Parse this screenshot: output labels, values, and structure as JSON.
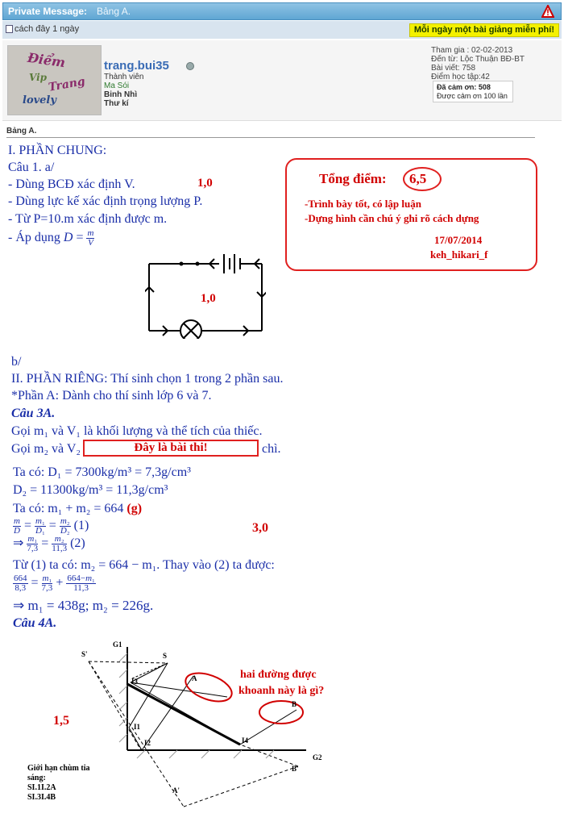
{
  "window": {
    "title": "Private Message:",
    "subject": "Bảng A."
  },
  "subbar": {
    "time": "cách đây 1 ngày",
    "promo": "Mỗi ngày một bài giảng miễn phí!"
  },
  "profile": {
    "avatar_text": [
      "Điểm",
      "Vip",
      "Trang",
      "lovely"
    ],
    "username": "trang.bui35",
    "role": "Thành viên",
    "rank": "Ma Sói",
    "level": "Binh Nhì",
    "title": "Thư kí",
    "stats": [
      "Tham gia : 02-02-2013",
      "Đến từ: Lộc Thuận BĐ-BT",
      "Bài viết: 758",
      "Điểm học tập:42"
    ],
    "thanks": [
      "Đã cảm ơn: 508",
      "Được cảm ơn 100 lần"
    ]
  },
  "post": {
    "subject": "Bảng A.",
    "part1": "I. PHẦN CHUNG:",
    "q1": "Câu 1. a/",
    "lines": [
      "- Dùng BCĐ xác định V.",
      "- Dùng lực kế xác định trọng lượng P.",
      "- Từ P=10.m xác định được m.",
      "- Áp dụng"
    ],
    "b": "b/",
    "part2": "II. PHẦN RIÊNG: Thí sinh chọn 1 trong 2 phần sau.",
    "partA": "*Phần A: Dành cho thí sinh lớp 6 và 7.",
    "q3": "Câu 3A.",
    "q3_l1": "Gọi m₁ và V₁ là khối lượng và thể tích của thiếc.",
    "q3_l2a": "Gọi m₂ và V₂",
    "q3_l2b": "chì.",
    "highlight": "Đây là bài thi!",
    "eq1": "Ta có: D₁ = 7300kg/m³ = 7,3g/cm³",
    "eq2": "D₂ = 11300kg/m³ = 11,3g/cm³",
    "eq3": "Ta có: m₁ + m₂ = 664",
    "eq3_unit": "(g)",
    "eq4": "(1)",
    "eq5": "(2)",
    "eq6": "Từ (1) ta có: m₂ = 664 − m₁. Thay vào (2) ta được:",
    "eq8": "⇒ m₁ = 438g; m₂ = 226g.",
    "q4": "Câu 4A."
  },
  "grading": {
    "total_label": "Tổng điểm:",
    "total": "6,5",
    "c1": "-Trình bày tốt, có lập luận",
    "c2": "-Dựng hình cần chú ý ghi rõ cách dựng",
    "date": "17/07/2014",
    "grader": "keh_hikari_f",
    "score_q1a": "1,0",
    "score_circuit": "1,0",
    "score_q3": "3,0",
    "score_q4": "1,5",
    "question": [
      "hai đường được",
      "khoanh này là gì?"
    ]
  },
  "diagram": {
    "labels": [
      "S'",
      "G1",
      "S",
      "I3",
      "A",
      "I1",
      "I2",
      "I4",
      "B",
      "G2",
      "B'",
      "A'"
    ],
    "beam_title": [
      "Giới hạn chùm tia",
      "sáng:"
    ],
    "beams": [
      "SI.1I.2A",
      "SI.3I.4B"
    ]
  },
  "colors": {
    "accent": "#5fa6d3",
    "annotation": "#d10000",
    "math": "#1a2ea8",
    "promo": "#f4f100"
  }
}
